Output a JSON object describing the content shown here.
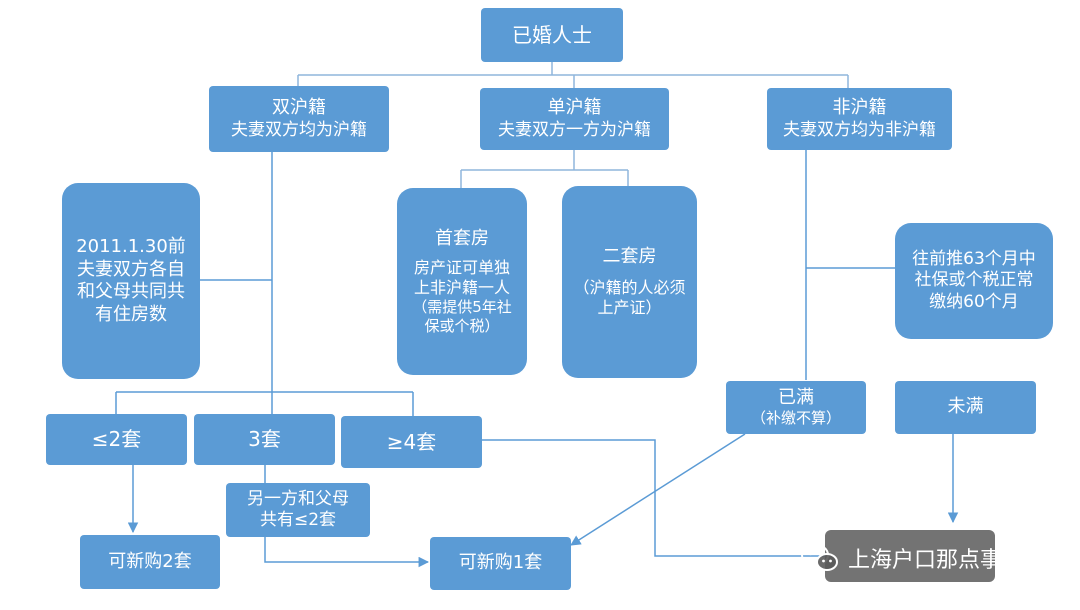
{
  "root": {
    "label": "已婚人士"
  },
  "categories": {
    "double": {
      "title": "双沪籍",
      "subtitle": "夫妻双方均为沪籍"
    },
    "single": {
      "title": "单沪籍",
      "subtitle": "夫妻双方一方为沪籍"
    },
    "none": {
      "title": "非沪籍",
      "subtitle": "夫妻双方均为非沪籍"
    }
  },
  "double_branch": {
    "condition": [
      "2011.1.30前",
      "夫妻双方各自",
      "和父母共同共",
      "有住房数"
    ],
    "le2": "≤2套",
    "eq3": "3套",
    "ge4": "≥4套",
    "other": [
      "另一方和父母",
      "共有≤2套"
    ],
    "buy2": "可新购2套"
  },
  "single_branch": {
    "first": {
      "title": "首套房",
      "lines": [
        "房产证可单独",
        "上非沪籍一人",
        "（需提供5年社",
        "保或个税）"
      ]
    },
    "second": {
      "title": "二套房",
      "lines": [
        "（沪籍的人必须",
        "上产证）"
      ]
    }
  },
  "none_branch": {
    "condition": [
      "往前推63个月中",
      "社保或个税正常",
      "缴纳60个月"
    ],
    "met": {
      "title": "已满",
      "note": "（补缴不算）"
    },
    "not_met": "未满"
  },
  "buy1": "可新购1套",
  "watermark": "上海户口那点事",
  "colors": {
    "box": "#5b9bd5",
    "line": "#5b9bd5"
  }
}
